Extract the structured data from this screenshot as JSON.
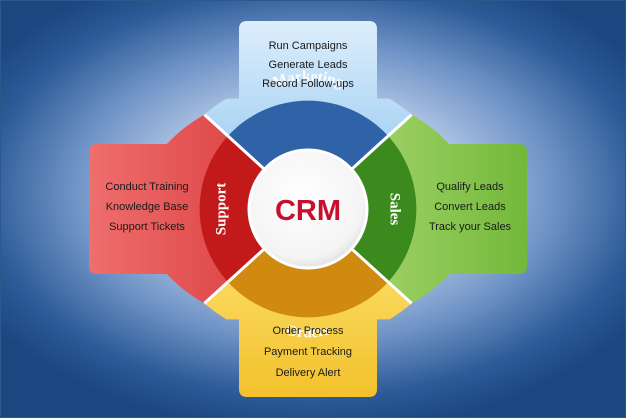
{
  "center": {
    "label": "CRM",
    "color": "#c8102e"
  },
  "segments": {
    "marketing": {
      "label": "Marketing",
      "items": [
        "Run Campaigns",
        "Generate Leads",
        "Record Follow-ups"
      ],
      "color": "#2f62a6"
    },
    "sales": {
      "label": "Sales",
      "items": [
        "Qualify Leads",
        "Convert Leads",
        "Track your Sales"
      ],
      "color": "#3c8a1e"
    },
    "orders": {
      "label": "Orders",
      "items": [
        "Order Process",
        "Payment Tracking",
        "Delivery Alert"
      ],
      "color": "#d18a10"
    },
    "support": {
      "label": "Support",
      "items": [
        "Conduct Training",
        "Knowledge Base",
        "Support Tickets"
      ],
      "color": "#c21a1a"
    }
  }
}
